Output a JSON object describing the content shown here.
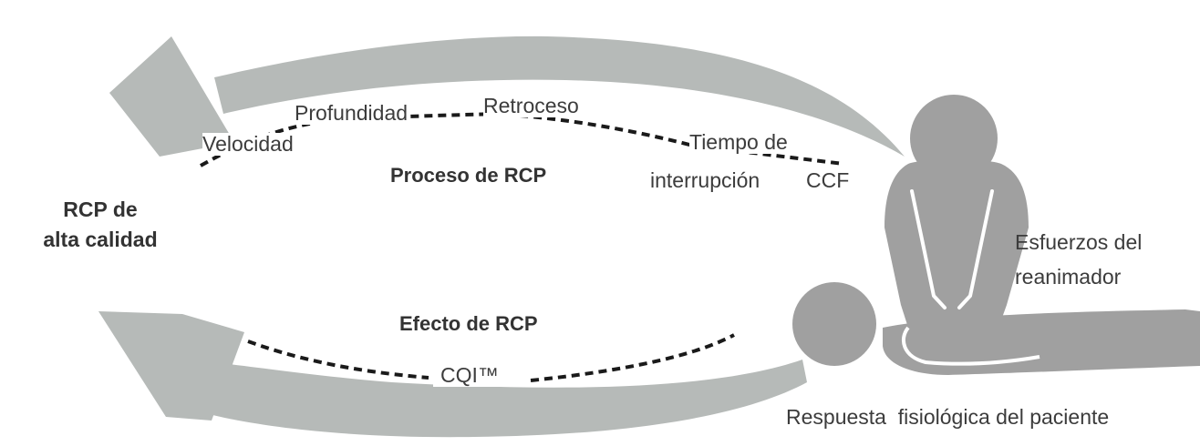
{
  "title_left": {
    "line1": "RCP de",
    "line2": "alta calidad"
  },
  "process": {
    "heading": "Proceso de RCP",
    "metrics": {
      "velocidad": "Velocidad",
      "profundidad": "Profundidad",
      "retroceso": "Retroceso",
      "tiempo": "Tiempo de",
      "interrupcion": "interrupción",
      "ccf": "CCF"
    }
  },
  "effect": {
    "heading": "Efecto de RCP",
    "cqi": "CQI™"
  },
  "rescuer": {
    "line1": "Esfuerzos del",
    "line2": "reanimador"
  },
  "patient_response": "Respuesta  fisiológica del paciente",
  "colors": {
    "arrow_gray": "#b6bab8",
    "figure_gray": "#a0a0a0",
    "dots": "#1a1a1a",
    "text": "#3c3c3c"
  }
}
